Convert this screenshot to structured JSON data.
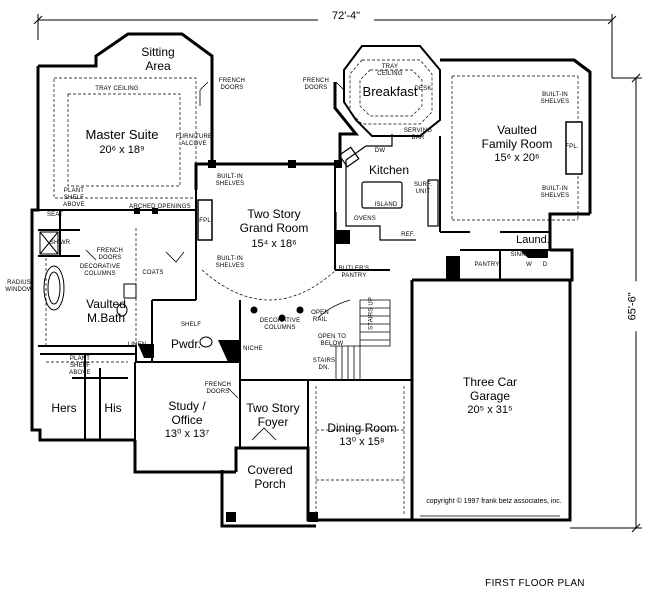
{
  "dimensions": {
    "overall_width": "72'-4\"",
    "overall_depth": "65'-6\""
  },
  "rooms": {
    "sitting_area": {
      "name": "Sitting\nArea"
    },
    "master_suite": {
      "name": "Master Suite",
      "dims": "20⁶ x 18⁹"
    },
    "breakfast": {
      "name": "Breakfast"
    },
    "family_room": {
      "name": "Vaulted\nFamily Room",
      "dims": "15⁶ x 20⁶"
    },
    "kitchen": {
      "name": "Kitchen"
    },
    "grand_room": {
      "name": "Two Story\nGrand Room",
      "dims": "15⁴ x 18⁶"
    },
    "master_bath": {
      "name": "Vaulted\nM.Bath"
    },
    "powder": {
      "name": "Pwdr."
    },
    "study": {
      "name": "Study /\nOffice",
      "dims": "13⁰ x 13⁷"
    },
    "foyer": {
      "name": "Two Story\nFoyer"
    },
    "dining": {
      "name": "Dining Room",
      "dims": "13⁰ x 15⁸"
    },
    "garage": {
      "name": "Three Car\nGarage",
      "dims": "20⁵ x 31⁵"
    },
    "porch": {
      "name": "Covered\nPorch"
    },
    "hers": {
      "name": "Hers"
    },
    "his": {
      "name": "His"
    },
    "laundry": {
      "name": "Laund."
    }
  },
  "notes": {
    "tray_ceiling_master": "TRAY CEILING",
    "tray_ceiling_breakfast": "TRAY\nCEILING",
    "french_doors_sitting": "FRENCH\nDOORS",
    "french_doors_breakfast": "FRENCH\nDOORS",
    "furniture_alcove": "FURNITURE\nALCOVE",
    "plant_shelf_master": "PLANT\nSHELF\nABOVE",
    "arched_openings": "ARCHED OPENINGS",
    "built_in_shelves_1": "BUILT-IN\nSHELVES",
    "built_in_shelves_2": "BUILT-IN\nSHELVES",
    "built_in_shelves_3": "BUILT-IN\nSHELVES",
    "built_in_shelves_4": "BUILT-IN\nSHELVES",
    "fpl_grand": "FPL.",
    "fpl_family": "FPL.",
    "desk": "DESK",
    "serving_bar": "SERVING\nBAR",
    "dw": "DW",
    "surf_unit": "SURF.\nUNIT",
    "island": "ISLAND",
    "ovens": "OVENS",
    "ref": "REF.",
    "seat": "SEAT",
    "shwr": "SH'WR",
    "french_doors_bath": "FRENCH\nDOORS",
    "decorative_columns_bath": "DECORATIVE\nCOLUMNS",
    "coats": "COATS",
    "radius_window": "RADIUS\nWINDOW",
    "butlers_pantry": "BUTLER'S\nPANTRY",
    "pantry": "PANTRY",
    "sink": "SINK",
    "washer": "W",
    "dryer": "D",
    "decorative_columns_grand": "DECORATIVE\nCOLUMNS",
    "shelf": "SHELF",
    "linen": "LINEN",
    "niche": "NICHE",
    "open_rail": "OPEN\nRAIL",
    "open_to_below": "OPEN TO\nBELOW",
    "stairs_up": "STAIRS UP",
    "stairs_dn": "STAIRS\nDN.",
    "plant_shelf_closet": "PLANT\nSHELF\nABOVE",
    "french_doors_study": "FRENCH\nDOORS",
    "copyright": "copyright © 1997 frank betz associates, inc."
  },
  "title": "FIRST FLOOR PLAN"
}
